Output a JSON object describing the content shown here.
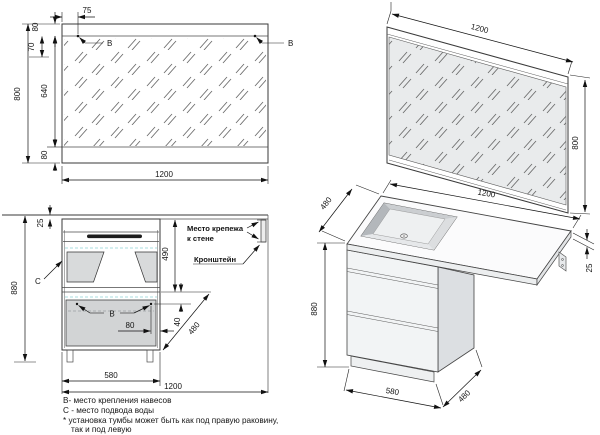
{
  "drawing": {
    "mirror_front": {
      "dim_width": "1200",
      "dim_height": "800",
      "dim_glass_height": "640",
      "dim_top_strip": "80",
      "dim_bottom_strip": "80",
      "dim_hanger_x": "75",
      "dim_hanger_y": "70",
      "hanger_label": "B"
    },
    "mirror_perspective": {
      "dim_width": "1200",
      "dim_height": "800"
    },
    "vanity_front": {
      "dim_countertop_thickness": "25",
      "dim_height": "880",
      "dim_upper_section": "490",
      "dim_hanger_down": "40",
      "dim_hanger_side": "80",
      "dim_depth_diagonal": "480",
      "dim_cabinet_width": "580",
      "dim_total_width": "1200",
      "hanger_label": "B",
      "water_label": "C",
      "callout_wall_line1": "Место крепежа",
      "callout_wall_line2": "к стене",
      "callout_bracket": "Кронштейн"
    },
    "vanity_perspective": {
      "dim_depth": "480",
      "dim_width": "1200",
      "dim_countertop_thickness": "25",
      "dim_height": "880",
      "dim_cabinet_width": "580",
      "dim_cabinet_depth": "480"
    },
    "footnotes": {
      "line1": "В- место крепления навесов",
      "line2": "С - место подвода воды",
      "line3": "* установка тумбы может быть как под правую раковину,",
      "line4": "так и под левую"
    }
  }
}
